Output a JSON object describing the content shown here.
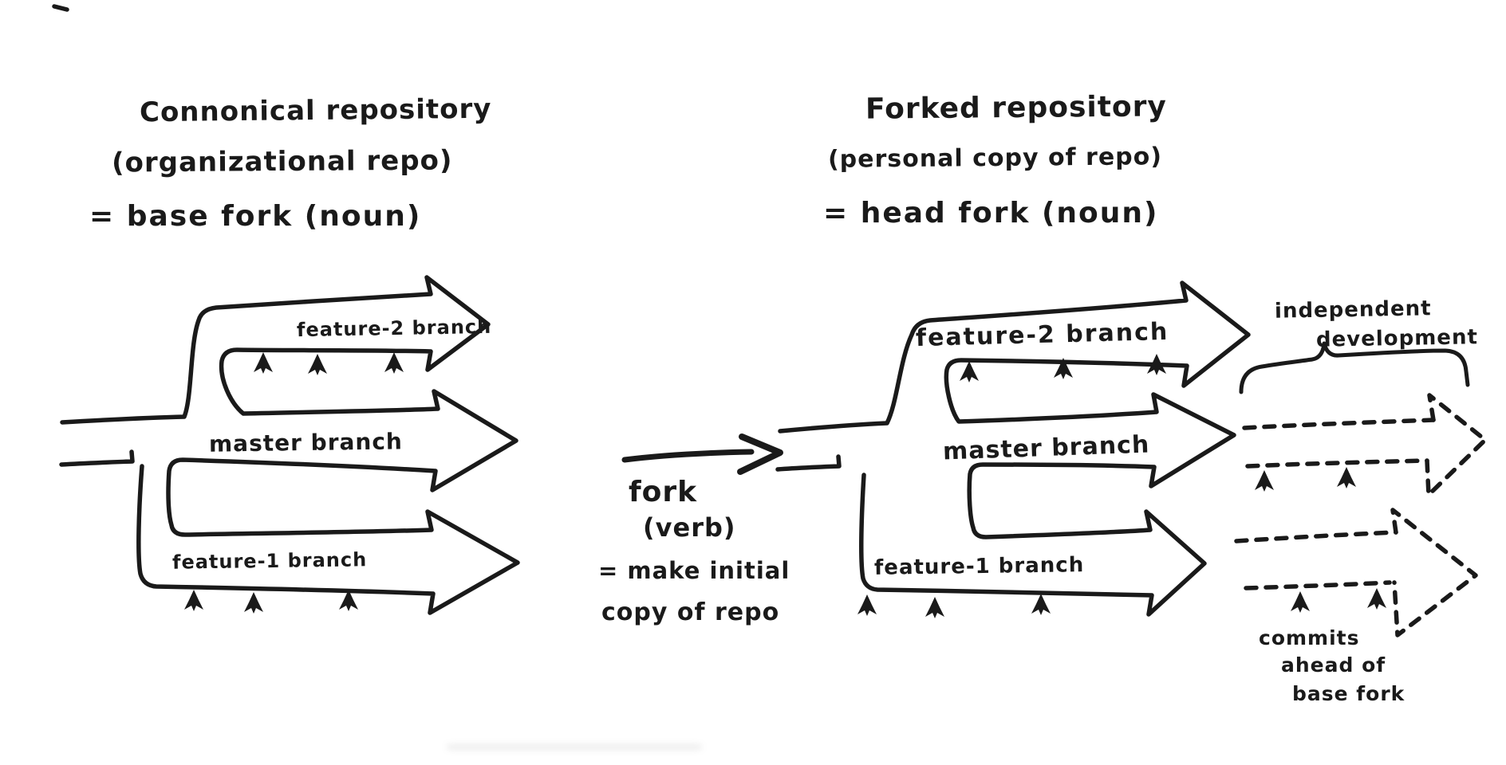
{
  "colors": {
    "ink": "#1a1a1a",
    "paper": "#ffffff"
  },
  "left_repo": {
    "title_line1": "Connonical repository",
    "title_line2": "(organizational repo)",
    "title_line3": "= base fork (noun)",
    "feature2_branch_label": "feature-2 branch",
    "master_branch_label": "master branch",
    "feature1_branch_label": "feature-1 branch"
  },
  "right_repo": {
    "title_line1": "Forked repository",
    "title_line2": "(personal copy of repo)",
    "title_line3": "= head fork (noun)",
    "feature2_branch_label": "feature-2 branch",
    "master_branch_label": "master branch",
    "feature1_branch_label": "feature-1 branch"
  },
  "fork_action": {
    "line1": "fork",
    "line2": "(verb)",
    "line3": "= make initial",
    "line4": "copy of repo"
  },
  "annotations": {
    "independent_line1": "independent",
    "independent_line2": "development",
    "commits_ahead_line1": "commits",
    "commits_ahead_line2": "ahead of",
    "commits_ahead_line3": "base fork"
  }
}
